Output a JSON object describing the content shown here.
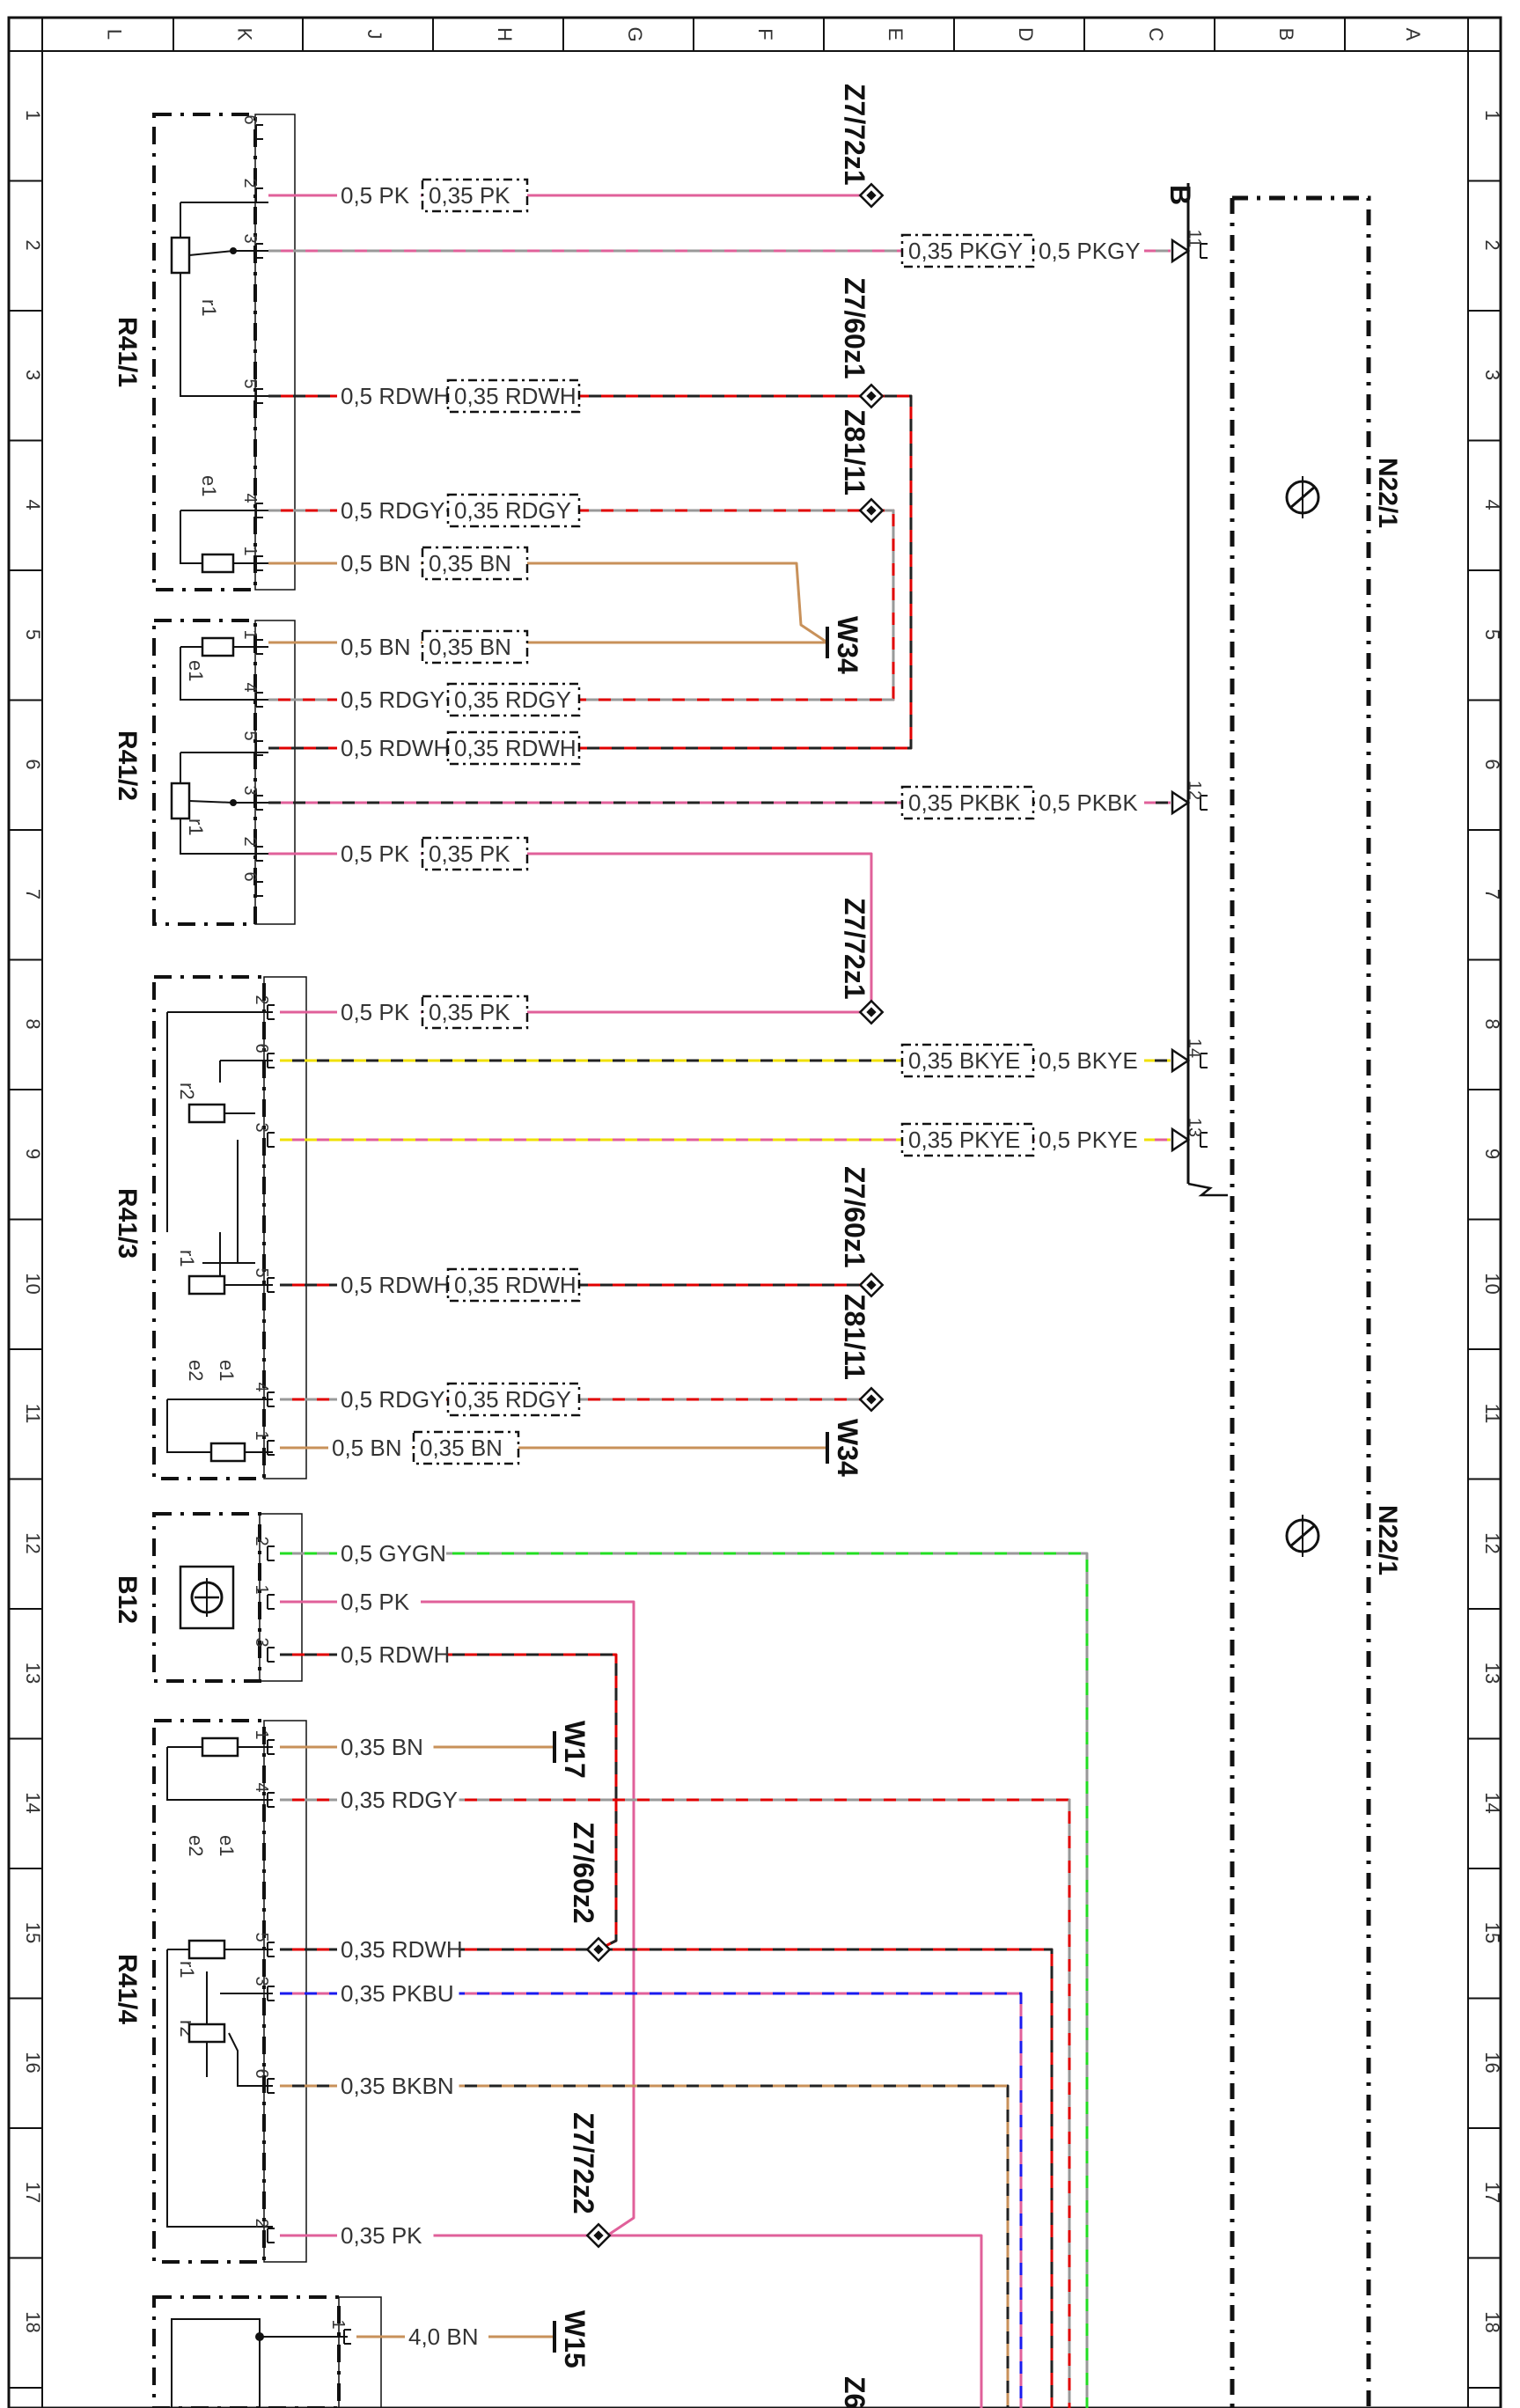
{
  "title": "",
  "frame": {
    "letters": [
      "L",
      "K",
      "J",
      "H",
      "G",
      "F",
      "E",
      "D",
      "C",
      "B",
      "A"
    ],
    "numbers": [
      "1",
      "2",
      "3",
      "4",
      "5",
      "6",
      "7",
      "8",
      "9",
      "10",
      "11",
      "12",
      "13",
      "14",
      "15",
      "16",
      "17",
      "18"
    ]
  },
  "components": [
    {
      "id": "R41/1",
      "pins": [
        "6",
        "2",
        "3",
        "5",
        "4",
        "1"
      ],
      "subs": [
        "r1",
        "e1"
      ]
    },
    {
      "id": "R41/2",
      "pins": [
        "1",
        "4",
        "5",
        "3",
        "2",
        "6"
      ],
      "subs": [
        "e1",
        "r1"
      ]
    },
    {
      "id": "R41/3",
      "pins": [
        "2",
        "6",
        "3",
        "5",
        "4",
        "1"
      ],
      "subs": [
        "r2",
        "r1",
        "e1",
        "e2"
      ]
    },
    {
      "id": "B12",
      "pins": [
        "2",
        "1",
        "3"
      ],
      "subs": []
    },
    {
      "id": "R41/4",
      "pins": [
        "1",
        "4",
        "5",
        "3",
        "6",
        "2"
      ],
      "subs": [
        "e2",
        "e1",
        "r1",
        "r2"
      ]
    }
  ],
  "connectors": {
    "N22_1_a": "N22/1",
    "N22_1_b": "N22/1",
    "B_label": "B",
    "pins": [
      "11",
      "12",
      "14",
      "13"
    ]
  },
  "junctions": {
    "z7_72z1_a": "Z7/72z1",
    "z7_60z1_a": "Z7/60z1",
    "z81_11_a": "Z81/11",
    "w34_a": "W34",
    "z7_72z1_b": "Z7/72z1",
    "z7_60z1_b": "Z7/60z1",
    "z81_11_b": "Z81/11",
    "w34_b": "W34",
    "w17": "W17",
    "z7_60z2": "Z7/60z2",
    "z7_72z2": "Z7/72z2",
    "w15": "W15",
    "partial": "Z6"
  },
  "wires": [
    {
      "label": "0,5 PK",
      "box": "0,35 PK",
      "colors": [
        "#e0609a"
      ]
    },
    {
      "label": "0,5 PKGY",
      "box": "0,35 PKGY",
      "colors": [
        "#e0609a",
        "#999999"
      ]
    },
    {
      "label": "0,5 RDWH",
      "box": "0,35 RDWH",
      "colors": [
        "#e00000",
        "#222222"
      ]
    },
    {
      "label": "0,5 RDGY",
      "box": "0,35 RDGY",
      "colors": [
        "#e00000",
        "#999999"
      ]
    },
    {
      "label": "0,5 BN",
      "box": "0,35 BN",
      "colors": [
        "#c8915a"
      ]
    },
    {
      "label": "0,5 BN",
      "box": "0,35 BN",
      "colors": [
        "#c8915a"
      ]
    },
    {
      "label": "0,5 RDGY",
      "box": "0,35 RDGY",
      "colors": [
        "#e00000",
        "#999999"
      ]
    },
    {
      "label": "0,5 RDWH",
      "box": "0,35 RDWH",
      "colors": [
        "#e00000",
        "#222222"
      ]
    },
    {
      "label": "0,5 PKBK",
      "box": "0,35 PKBK",
      "colors": [
        "#e0609a",
        "#222222"
      ]
    },
    {
      "label": "0,5 PK",
      "box": "0,35 PK",
      "colors": [
        "#e0609a"
      ]
    },
    {
      "label": "0,5 PK",
      "box": "0,35 PK",
      "colors": [
        "#e0609a"
      ]
    },
    {
      "label": "0,5 BKYE",
      "box": "0,35 BKYE",
      "colors": [
        "#222222",
        "#f0e000"
      ]
    },
    {
      "label": "0,5 PKYE",
      "box": "0,35 PKYE",
      "colors": [
        "#e0609a",
        "#f0e000"
      ]
    },
    {
      "label": "0,5 RDWH",
      "box": "0,35 RDWH",
      "colors": [
        "#e00000",
        "#222222"
      ]
    },
    {
      "label": "0,5 RDGY",
      "box": "0,35 RDGY",
      "colors": [
        "#e00000",
        "#999999"
      ]
    },
    {
      "label": "0,5 BN",
      "box": "0,35 BN",
      "colors": [
        "#c8915a"
      ]
    },
    {
      "label": "0,5 GYGN",
      "colors": [
        "#999999",
        "#22dd22"
      ]
    },
    {
      "label": "0,5 PK",
      "colors": [
        "#e0609a"
      ]
    },
    {
      "label": "0,5 RDWH",
      "colors": [
        "#e00000",
        "#222222"
      ]
    },
    {
      "label": "0,35 BN",
      "colors": [
        "#c8915a"
      ]
    },
    {
      "label": "0,35 RDGY",
      "colors": [
        "#e00000",
        "#999999"
      ]
    },
    {
      "label": "0,35 RDWH",
      "colors": [
        "#e00000",
        "#222222"
      ]
    },
    {
      "label": "0,35 PKBU",
      "colors": [
        "#e0609a",
        "#1a1aee"
      ]
    },
    {
      "label": "0,35 BKBN",
      "colors": [
        "#222222",
        "#c8915a"
      ]
    },
    {
      "label": "0,35 PK",
      "colors": [
        "#e0609a"
      ]
    },
    {
      "label": "4,0 BN",
      "colors": [
        "#c8915a"
      ]
    }
  ]
}
